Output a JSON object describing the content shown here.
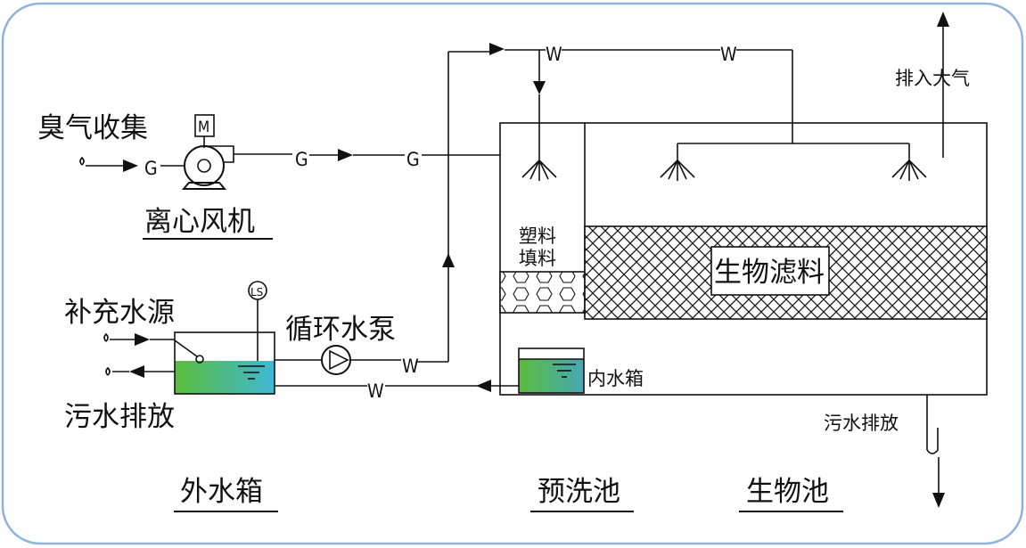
{
  "labels": {
    "odor_collection": "臭气收集",
    "centrifugal_fan": "离心风机",
    "makeup_water": "补充水源",
    "circulation_pump": "循环水泵",
    "sewage_discharge_left": "污水排放",
    "external_tank": "外水箱",
    "prewash_tank": "预洗池",
    "bio_tank": "生物池",
    "plastic_packing_line1": "塑料",
    "plastic_packing_line2": "填料",
    "bio_filter_media": "生物滤料",
    "inner_tank": "内水箱",
    "sewage_discharge_right": "污水排放",
    "exhaust_to_atmosphere": "排入大气"
  },
  "symbols": {
    "motor": "M",
    "level_switch": "LS",
    "gas": "G",
    "water": "W"
  },
  "colors": {
    "frame_border": "#8fb3dc",
    "water_green": "#5bbd3a",
    "water_cyan": "#3fb8d6",
    "line": "#111111"
  }
}
